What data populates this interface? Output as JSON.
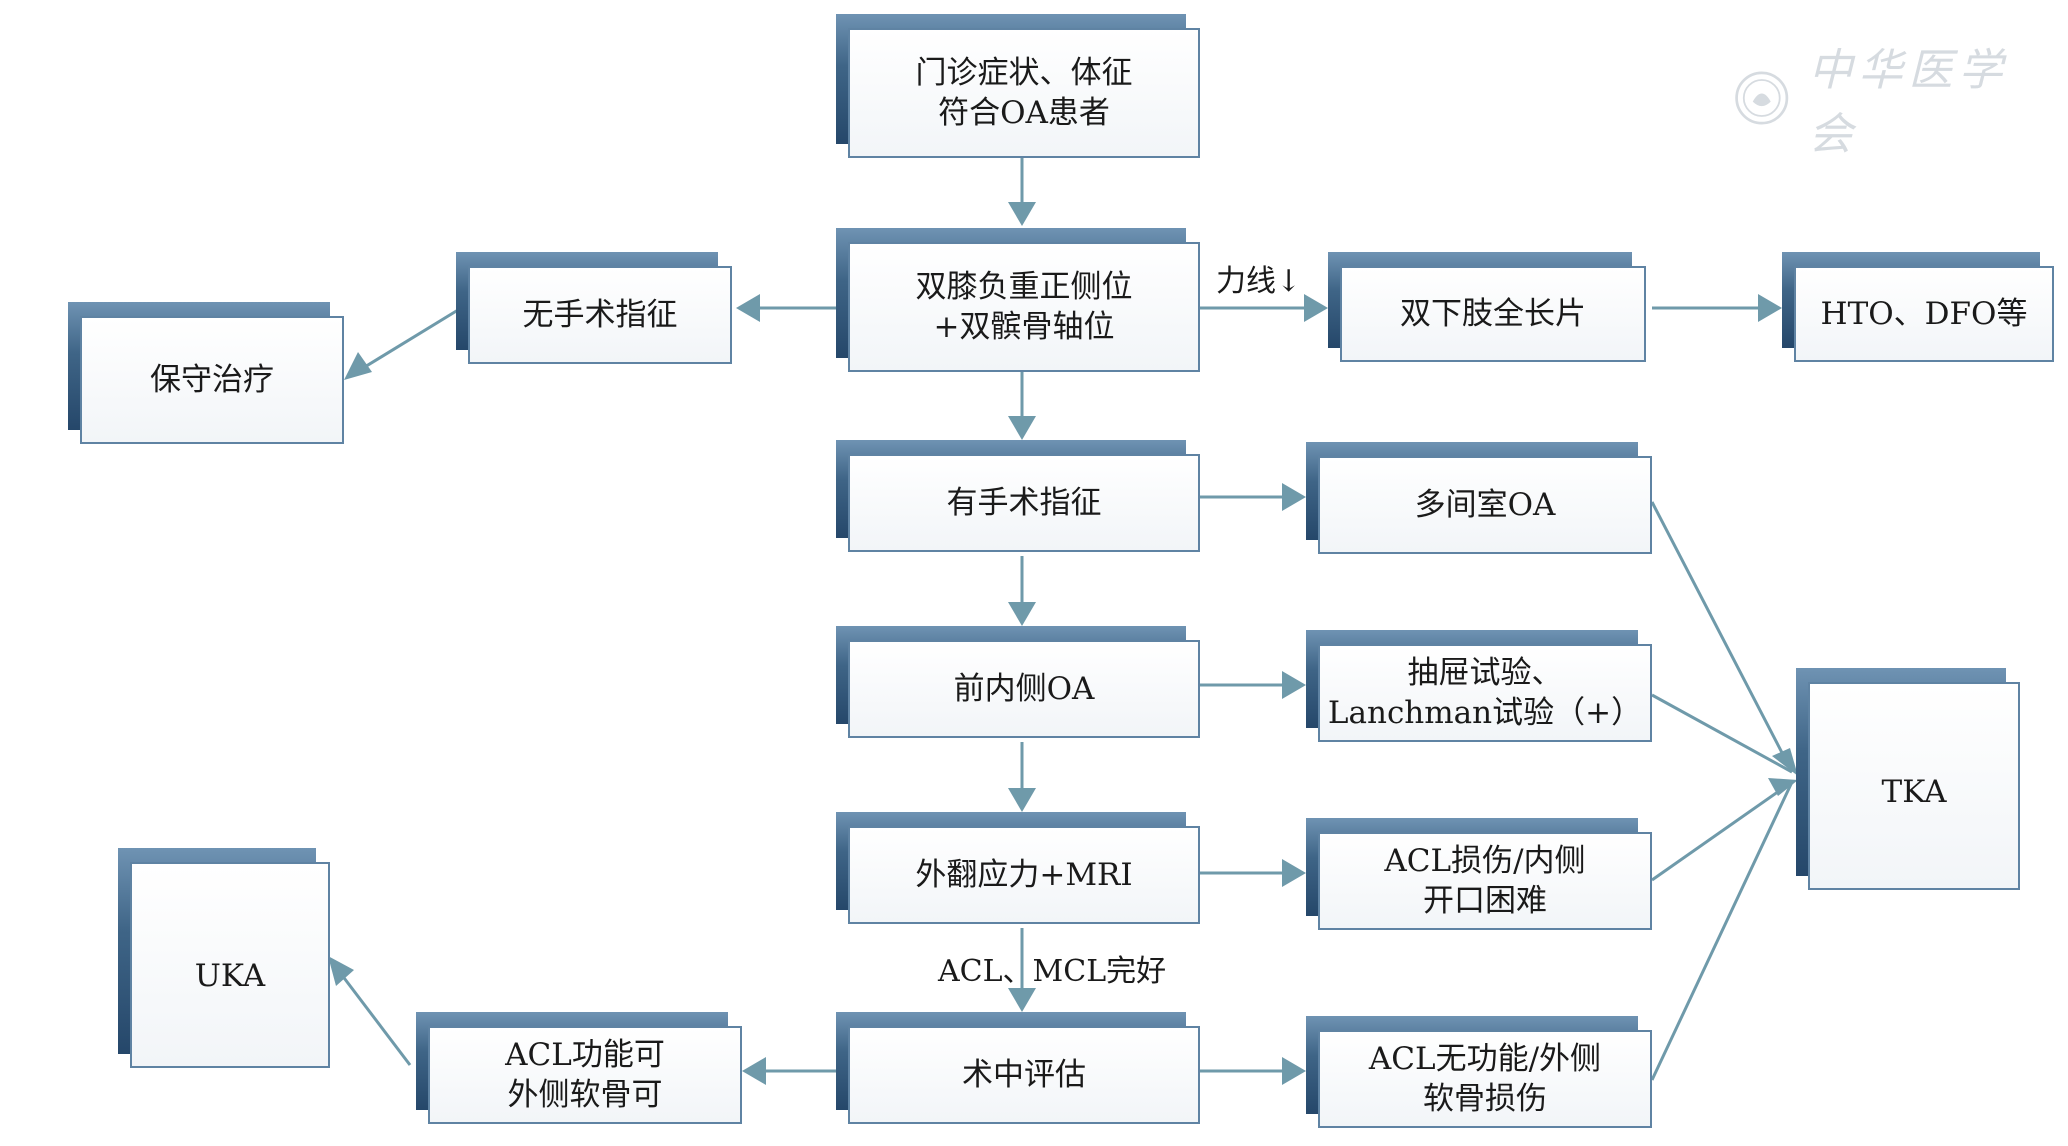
{
  "nodes": {
    "outpatient_oa": [
      "门诊症状、体征",
      "符合OA患者"
    ],
    "bilateral_knee_xray": [
      "双膝负重正侧位",
      "+双髌骨轴位"
    ],
    "no_surgery_indication": [
      "无手术指征"
    ],
    "conservative_treatment": [
      "保守治疗"
    ],
    "full_length_film": [
      "双下肢全长片"
    ],
    "hto_dfo": [
      "HTO、DFO等"
    ],
    "surgery_indication": [
      "有手术指征"
    ],
    "multi_compartment_oa": [
      "多间室OA"
    ],
    "anteromedial_oa": [
      "前内侧OA"
    ],
    "drawer_lachman": [
      "抽屉试验、",
      "Lanchman试验（+）"
    ],
    "valgus_stress_mri": [
      "外翻应力+MRI"
    ],
    "acl_injury": [
      "ACL损伤/内侧",
      "开口困难"
    ],
    "intraop_assessment": [
      "术中评估"
    ],
    "acl_functional": [
      "ACL功能可",
      "外侧软骨可"
    ],
    "acl_nonfunctional": [
      "ACL无功能/外侧",
      "软骨损伤"
    ],
    "tka": [
      "TKA"
    ],
    "uka": [
      "UKA"
    ]
  },
  "edge_labels": {
    "force_line": "力线↓",
    "acl_mcl_intact": "ACL、MCL完好"
  },
  "watermark": {
    "text": "中华医学会",
    "icon": "seal-icon"
  },
  "colors": {
    "arrow": "#6f9aaa",
    "border": "#5f83a3",
    "shadow": "#3f6587"
  }
}
